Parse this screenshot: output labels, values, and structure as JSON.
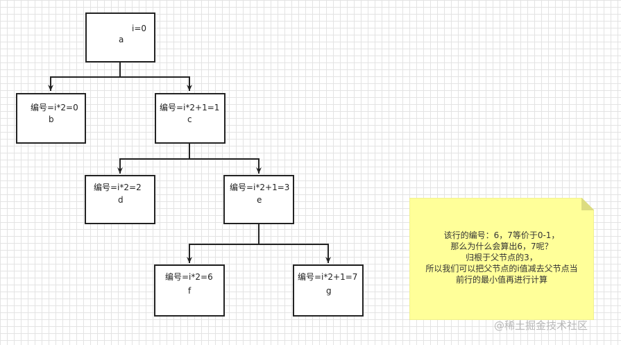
{
  "diagram": {
    "nodes": {
      "a": {
        "formula": "i=0",
        "letter": "a"
      },
      "b": {
        "formula": "编号=i*2=0",
        "letter": "b"
      },
      "c": {
        "formula": "编号=i*2+1=1",
        "letter": "c"
      },
      "d": {
        "formula": "编号=i*2=2",
        "letter": "d"
      },
      "e": {
        "formula": "编号=i*2+1=3",
        "letter": "e"
      },
      "f": {
        "formula": "编号=i*2=6",
        "letter": "f"
      },
      "g": {
        "formula": "编号=i*2+1=7",
        "letter": "g"
      }
    },
    "edges": [
      [
        "a",
        "b"
      ],
      [
        "a",
        "c"
      ],
      [
        "c",
        "d"
      ],
      [
        "c",
        "e"
      ],
      [
        "e",
        "f"
      ],
      [
        "e",
        "g"
      ]
    ],
    "note": {
      "lines": [
        "该行的编号：6，7等价于0-1，",
        "那么为什么会算出6，7呢？",
        "归根于父节点的3，",
        "所以我们可以把父节点的i值减去父节点当",
        "前行的最小值再进行计算"
      ],
      "fill": "#ffff99",
      "fold": "#dcdc80"
    }
  },
  "watermark": "@稀土掘金技术社区"
}
